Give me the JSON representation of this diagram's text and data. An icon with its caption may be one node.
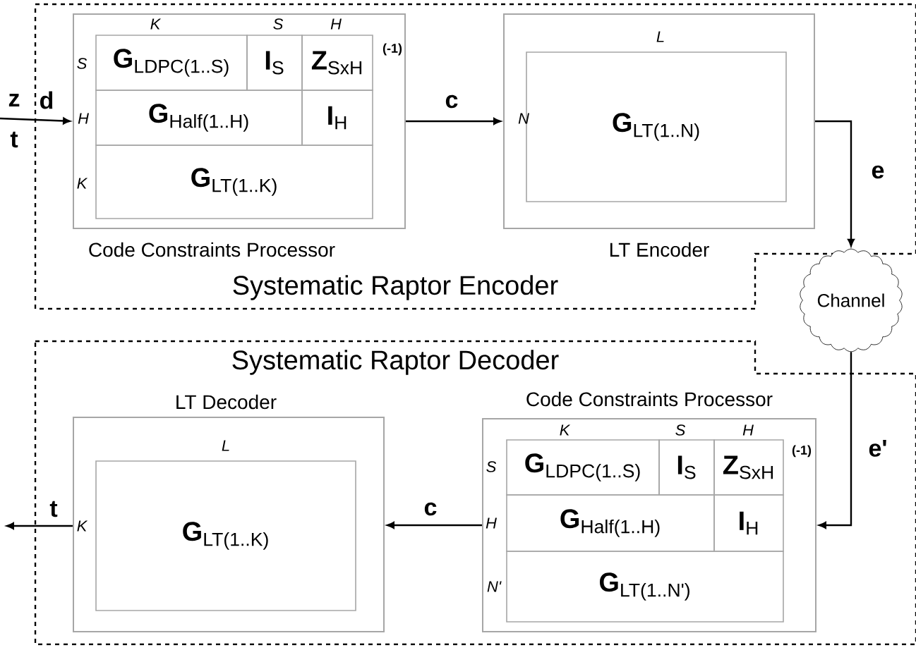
{
  "diagram": {
    "nodes": [
      {
        "text": [
          "Systematic Raptor Encoder"
        ]
      },
      {
        "text": [
          "Code Constraints Processor"
        ],
        "in": 0
      },
      {
        "text": [
          "**G**$_{LDPC(1..S)}$"
        ],
        "in": 1
      },
      {
        "text": [
          "**I**$_{S}$"
        ],
        "in": 1
      },
      {
        "text": [
          "**Z**$_{SxH}$"
        ],
        "in": 1
      },
      {
        "text": [
          "**G**$_{Half(1..H)}$"
        ],
        "in": 1
      },
      {
        "text": [
          "**I**$_{H}$"
        ],
        "in": 1
      },
      {
        "text": [
          "**G**$_{LT(1..K)}$"
        ],
        "in": 1
      },
      {
        "text": [
          "LT Encoder"
        ],
        "in": 0
      },
      {
        "text": [
          "**G**$_{LT(1..N)}$"
        ],
        "in": 8
      },
      {
        "text": [
          "Channel"
        ]
      },
      {
        "text": [
          "Systematic Raptor Decoder"
        ]
      },
      {
        "text": [
          "LT Decoder"
        ],
        "in": 11
      },
      {
        "text": [
          "**G**$_{LT(1..K)}$"
        ],
        "in": 12
      },
      {
        "text": [
          "Code Constraints Processor"
        ],
        "in": 11
      },
      {
        "text": [
          "**G**$_{LDPC(1..S)}$"
        ],
        "in": 14
      },
      {
        "text": [
          "**I**$_{S}$"
        ],
        "in": 14
      },
      {
        "text": [
          "**Z**$_{SxH}$"
        ],
        "in": 14
      },
      {
        "text": [
          "**G**$_{Half(1..H)}$"
        ],
        "in": 14
      },
      {
        "text": [
          "**I**$_{H}$"
        ],
        "in": 14
      },
      {
        "text": [
          "**G**$_{LT(1..N')}$"
        ],
        "in": 14
      }
    ],
    "edges": [
      {
        "from": null,
        "to": 1,
        "arrow": "to"
      },
      {
        "from": 1,
        "to": 8,
        "arrow": "to",
        "label": "c"
      },
      {
        "from": 8,
        "to": 10,
        "arrow": "to",
        "label": "e"
      },
      {
        "from": 10,
        "to": 14,
        "arrow": "to",
        "label": "e'"
      },
      {
        "from": 14,
        "to": 12,
        "arrow": "to",
        "label": "c"
      },
      {
        "from": 12,
        "to": null,
        "arrow": "to",
        "label": "t"
      }
    ],
    "labels": [
      "K",
      "S",
      "H",
      "L",
      "S",
      "(-1)",
      "z",
      "d",
      "H",
      "N",
      "t",
      "K",
      "L",
      "K",
      "S",
      "H",
      "S",
      "(-1)",
      "K",
      "H",
      "N'"
    ]
  }
}
